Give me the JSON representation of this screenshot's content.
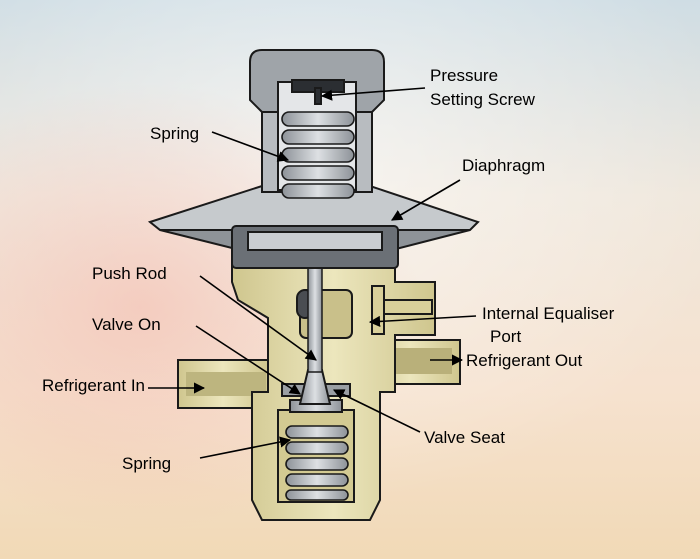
{
  "labels": {
    "pressure_line1": "Pressure",
    "pressure_line2": "Setting Screw",
    "spring_top": "Spring",
    "diaphragm": "Diaphragm",
    "push_rod": "Push Rod",
    "internal_line1": "Internal Equaliser",
    "internal_line2": "Port",
    "valve_on": "Valve On",
    "refrigerant_out": "Refrigerant Out",
    "refrigerant_in": "Refrigerant In",
    "valve_seat": "Valve Seat",
    "spring_bottom": "Spring"
  },
  "colors": {
    "brass": "#e2dba8",
    "steel": "#c2c6ca",
    "dark": "#4a4d52",
    "outline": "#1a1a1a"
  }
}
